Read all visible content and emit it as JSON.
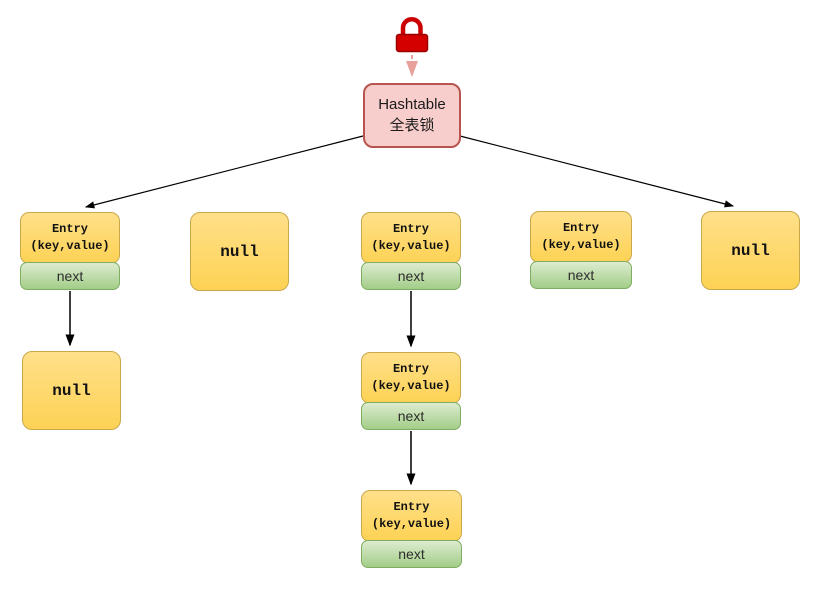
{
  "diagram": {
    "lock_icon": "red-lock",
    "root": {
      "line1": "Hashtable",
      "line2": "全表锁"
    },
    "buckets": [
      {
        "type": "entry",
        "title": "Entry",
        "subtitle": "(key,value)",
        "next": "next"
      },
      {
        "type": "null",
        "label": "null"
      },
      {
        "type": "entry",
        "title": "Entry",
        "subtitle": "(key,value)",
        "next": "next"
      },
      {
        "type": "entry",
        "title": "Entry",
        "subtitle": "(key,value)",
        "next": "next"
      },
      {
        "type": "null",
        "label": "null"
      }
    ],
    "bucket1_chain": [
      {
        "type": "null",
        "label": "null"
      }
    ],
    "bucket3_chain": [
      {
        "type": "entry",
        "title": "Entry",
        "subtitle": "(key,value)",
        "next": "next"
      },
      {
        "type": "entry",
        "title": "Entry",
        "subtitle": "(key,value)",
        "next": "next"
      }
    ],
    "colors": {
      "node_yellow": "#ffd966",
      "node_yellow_border": "#c9a84c",
      "node_green": "#a9d18e",
      "node_green_border": "#7fae63",
      "root_pink": "#f8cecc",
      "root_border": "#b85450",
      "lock_red": "#cc0000",
      "dashed_arrow_salmon": "#e8a09b",
      "line_black": "#000000",
      "background": "#ffffff"
    }
  }
}
